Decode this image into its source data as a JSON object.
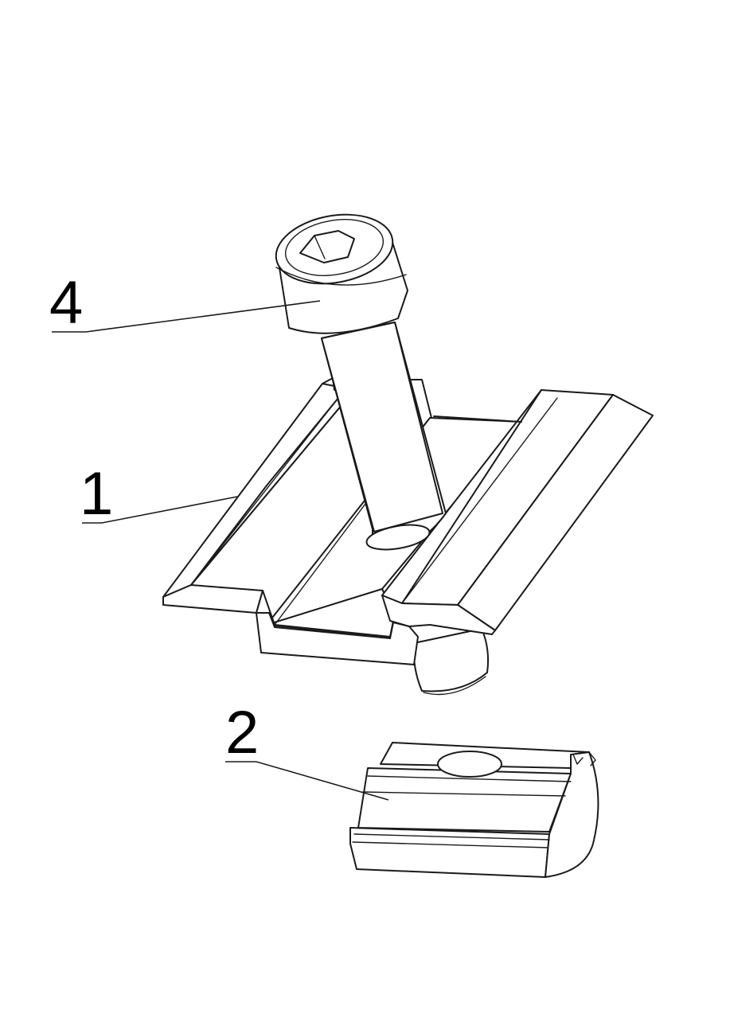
{
  "callouts": {
    "bolt": "4",
    "clamp": "1",
    "nut": "2"
  }
}
